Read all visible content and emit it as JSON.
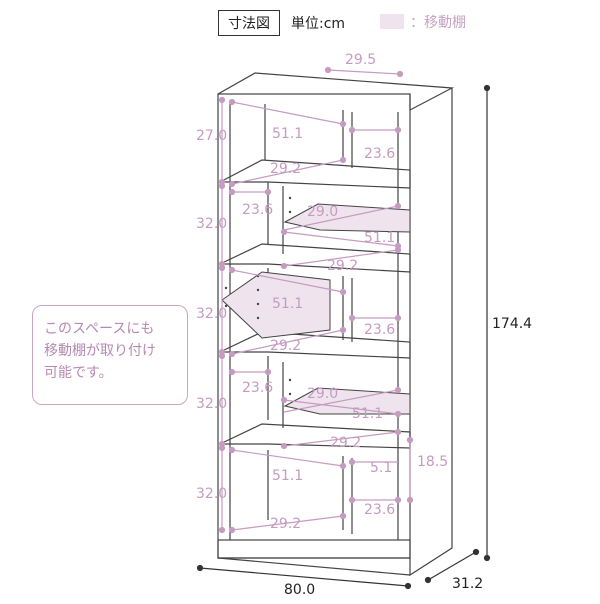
{
  "legend": {
    "title": "寸法図",
    "unit": "単位:cm",
    "movable_shelf": "：移動棚"
  },
  "callout": {
    "text": "このスペースにも\n移動棚が取り付け\n可能です。"
  },
  "dimensions": {
    "top_depth": "29.5",
    "total_height": "174.4",
    "total_width": "80.0",
    "total_depth": "31.2",
    "side_depth": "18.5",
    "shelf_thickness": "5.1",
    "section_heights": [
      "27.0",
      "32.0",
      "32.0",
      "32.0",
      "32.0"
    ],
    "inner_width": "51.1",
    "inner_depth": "29.2",
    "right_width": "23.6",
    "left_width": "23.6",
    "movable_depth": "29.0"
  },
  "colors": {
    "line": "#444444",
    "accent": "#c69bc1",
    "movable_fill": "#efe4ee"
  }
}
